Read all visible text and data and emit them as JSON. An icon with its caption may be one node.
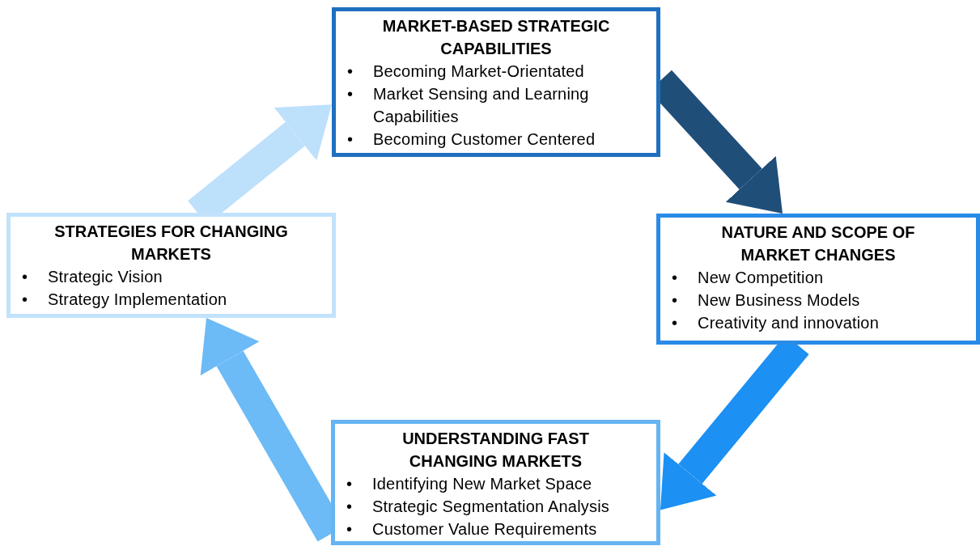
{
  "diagram": {
    "nodes": [
      {
        "text": [
          "MARKET-BASED STRATEGIC CAPABILITIES",
          "• Becoming Market-Orientated",
          "• Market Sensing and Learning Capabilities",
          "• Becoming Customer Centered"
        ]
      },
      {
        "text": [
          "NATURE AND SCOPE OF MARKET CHANGES",
          "• New Competition",
          "• New Business Models",
          "• Creativity and innovation"
        ]
      },
      {
        "text": [
          "UNDERSTANDING FAST CHANGING MARKETS",
          "• Identifying New Market Space",
          "• Strategic Segmentation Analysis",
          "• Customer Value Requirements"
        ]
      },
      {
        "text": [
          "STRATEGIES FOR CHANGING MARKETS",
          "• Strategic Vision",
          "• Strategy Implementation"
        ]
      }
    ],
    "edges": [
      {
        "from": 3,
        "to": 0,
        "arrow": "to",
        "color": "#bde0fb"
      },
      {
        "from": 0,
        "to": 1,
        "arrow": "to",
        "color": "#1f4e79"
      },
      {
        "from": 1,
        "to": 2,
        "arrow": "to",
        "color": "#1c90f3"
      },
      {
        "from": 2,
        "to": 3,
        "arrow": "to",
        "color": "#6cbaf6"
      }
    ]
  }
}
